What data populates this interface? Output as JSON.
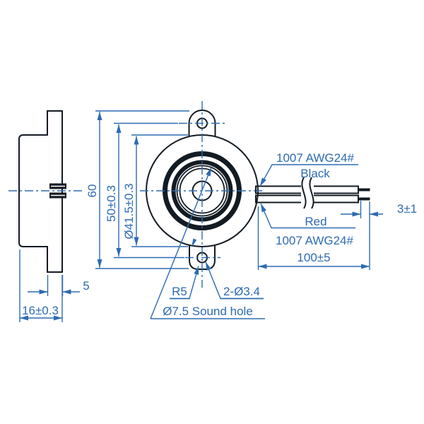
{
  "colors": {
    "geometry_line": "#131b23",
    "dimension_line": "#2d6bb2",
    "background": "#ffffff"
  },
  "side_view": {
    "tab_width": "5",
    "thickness": "16±0.3"
  },
  "front_view": {
    "overall_height": "60",
    "hole_spacing": "50±0.3",
    "body_diameter": "Ø41.5±0.3",
    "corner_radius": "R5",
    "mounting_holes": "2-Ø3.4",
    "sound_hole": "Ø7.5 Sound hole"
  },
  "wires": {
    "black_spec": "1007 AWG24#",
    "black_label": "Black",
    "red_label": "Red",
    "red_spec": "1007 AWG24#",
    "length": "100±5",
    "strip_length": "3±1"
  }
}
